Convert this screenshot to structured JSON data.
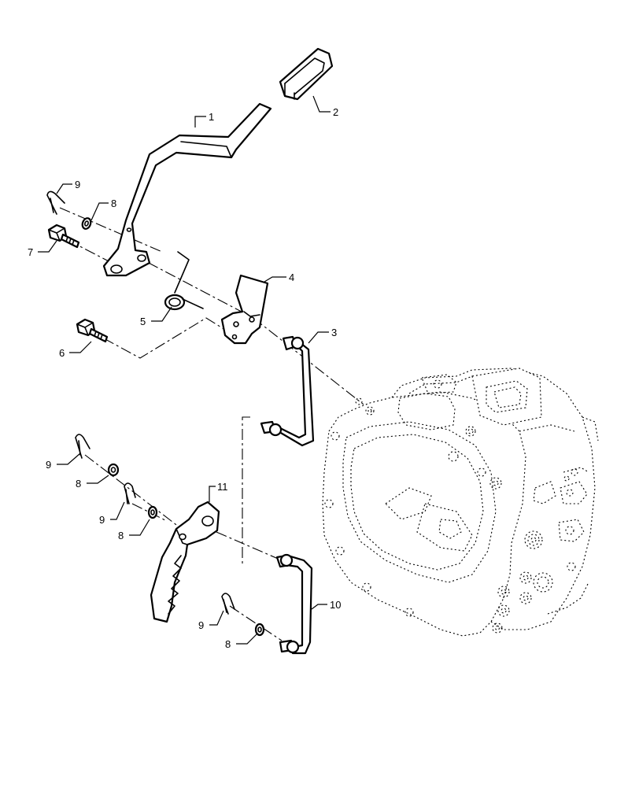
{
  "callouts": {
    "c1": "1",
    "c2": "2",
    "c3": "3",
    "c4": "4",
    "c5": "5",
    "c6": "6",
    "c7": "7",
    "c8a": "8",
    "c9a": "9",
    "c8b": "8",
    "c9b": "9",
    "c8c": "8",
    "c9c": "9",
    "c8d": "8",
    "c9d": "9",
    "c10": "10",
    "c11": "11"
  }
}
